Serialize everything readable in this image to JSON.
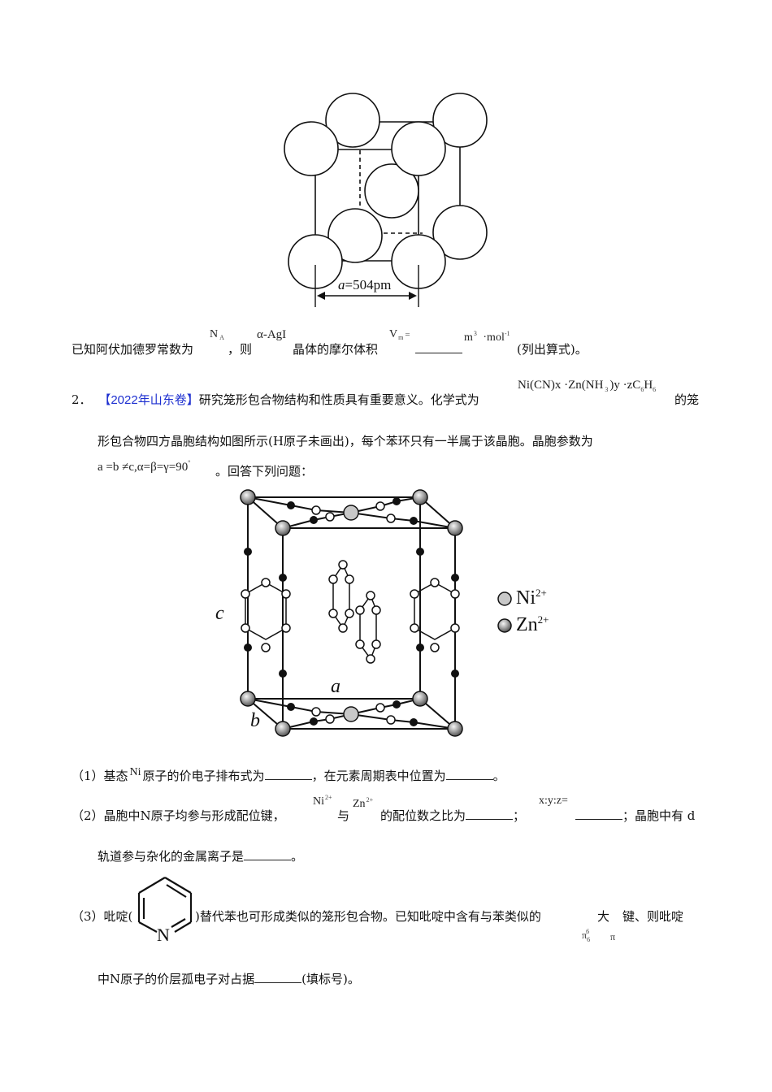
{
  "figure1": {
    "label": "a=504pm",
    "label_italic": "a",
    "label_rest": "=504pm"
  },
  "q1_line": {
    "prefix": "已知阿伏加德罗常数为",
    "na": "N",
    "na_sub": "A",
    "comma_then": "，则",
    "agi": "α-AgI",
    "middle": "晶体的摩尔体积",
    "vm": "V",
    "vm_sub": "m",
    "vm_eq": "=",
    "unit_m": "m",
    "unit_m_sup": "3",
    "unit_mol": "·mol",
    "unit_mol_sup": "-1",
    "suffix": "(列出算式)。"
  },
  "question2": {
    "number": "2．",
    "source_tag": "【2022年山东卷】",
    "intro": "研究笼形包合物结构和性质具有重要意义。化学式为",
    "formula": "Ni(CN)x ·Zn(NH",
    "formula_sub3": "3",
    "formula_mid": ")y ·zC",
    "formula_sub6a": "6",
    "formula_h": "H",
    "formula_sub6b": "6",
    "intro_end": "的笼",
    "line2": "形包合物四方晶胞结构如图所示(H原子未画出)，每个苯环只有一半属于该晶胞。晶胞参数为",
    "params": "a =b ≠c,α=β=γ=90",
    "params_deg": "°",
    "params_end": "。回答下列问题："
  },
  "figure2": {
    "axis_a": "a",
    "axis_b": "b",
    "axis_c": "c",
    "legend": [
      {
        "label": "Ni",
        "sup": "2+",
        "color": "#c8c8c8"
      },
      {
        "label": "Zn",
        "sup": "2+",
        "color": "#8a8a8a"
      }
    ]
  },
  "sub1": {
    "prefix": "（1）基态",
    "ni": "Ni",
    "middle": "原子的价电子排布式为",
    "middle2": "，在元素周期表中位置为",
    "end": "。"
  },
  "sub2": {
    "prefix": "（2）晶胞中N原子均参与形成配位键，",
    "ni": "Ni",
    "ni_sup": "2+",
    "and": "与",
    "zn": "Zn",
    "zn_sup": "2+",
    "middle": "的配位数之比为",
    "semicolon": "；",
    "xyz": "x:y:z=",
    "after": "；晶胞中有 d",
    "line2": "轨道参与杂化的金属离子是",
    "line2_end": "。"
  },
  "sub3": {
    "prefix": "（3）吡啶(",
    "pyridine_n": "N",
    "after_struct": ")替代苯也可形成类似的笼形包合物。已知吡啶中含有与苯类似的",
    "big": "大",
    "bond": "键、则吡啶",
    "pi_sym": "π",
    "pi_sub": "6",
    "pi_sup": "6",
    "pi2": "π",
    "line2": "中N原子的价层孤电子对占据",
    "line2_end": "(填标号)。"
  }
}
